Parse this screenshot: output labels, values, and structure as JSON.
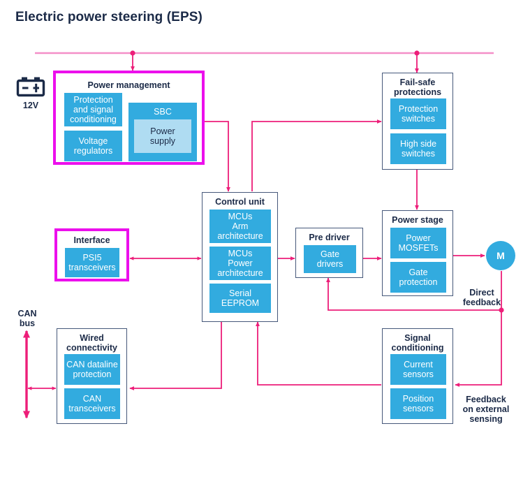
{
  "title": "Electric power steering (EPS)",
  "colors": {
    "blue": "#32ABDF",
    "light_blue": "#AFDCF2",
    "magenta": "#EC0FEC",
    "line_pink": "#ED1E79",
    "rail_pink": "#F48FC8",
    "navy": "#1b2a47",
    "border_gray": "#46587a"
  },
  "source": {
    "battery_label": "12V",
    "battery_icon": "battery-icon",
    "minus": "−",
    "plus": "+"
  },
  "groups": {
    "power_management": {
      "title": "Power management",
      "blocks": [
        {
          "label": "Protection\nand signal\nconditioning"
        },
        {
          "label": "Voltage\nregulators"
        },
        {
          "label": "SBC"
        },
        {
          "label": "Power\nsupply"
        }
      ]
    },
    "fail_safe": {
      "title": "Fail-safe\nprotections",
      "blocks": [
        {
          "label": "Protection\nswitches"
        },
        {
          "label": "High side\nswitches"
        }
      ]
    },
    "control_unit": {
      "title": "Control unit",
      "blocks": [
        {
          "label": "MCUs\nArm\narchitecture"
        },
        {
          "label": "MCUs\nPower\narchitecture"
        },
        {
          "label": "Serial\nEEPROM"
        }
      ]
    },
    "pre_driver": {
      "title": "Pre driver",
      "blocks": [
        {
          "label": "Gate\ndrivers"
        }
      ]
    },
    "power_stage": {
      "title": "Power stage",
      "blocks": [
        {
          "label": "Power\nMOSFETs"
        },
        {
          "label": "Gate\nprotection"
        }
      ]
    },
    "interface": {
      "title": "Interface",
      "blocks": [
        {
          "label": "PSI5\ntransceivers"
        }
      ]
    },
    "wired_connectivity": {
      "title": "Wired\nconnectivity",
      "blocks": [
        {
          "label": "CAN dataline\nprotection"
        },
        {
          "label": "CAN\ntransceivers"
        }
      ]
    },
    "signal_conditioning": {
      "title": "Signal\nconditioning",
      "blocks": [
        {
          "label": "Current\nsensors"
        },
        {
          "label": "Position\nsensors"
        }
      ]
    }
  },
  "motor": {
    "label": "M"
  },
  "labels": {
    "can_bus": "CAN\nbus",
    "direct_feedback": "Direct\nfeedback",
    "feedback_external": "Feedback\non external\nsensing"
  }
}
